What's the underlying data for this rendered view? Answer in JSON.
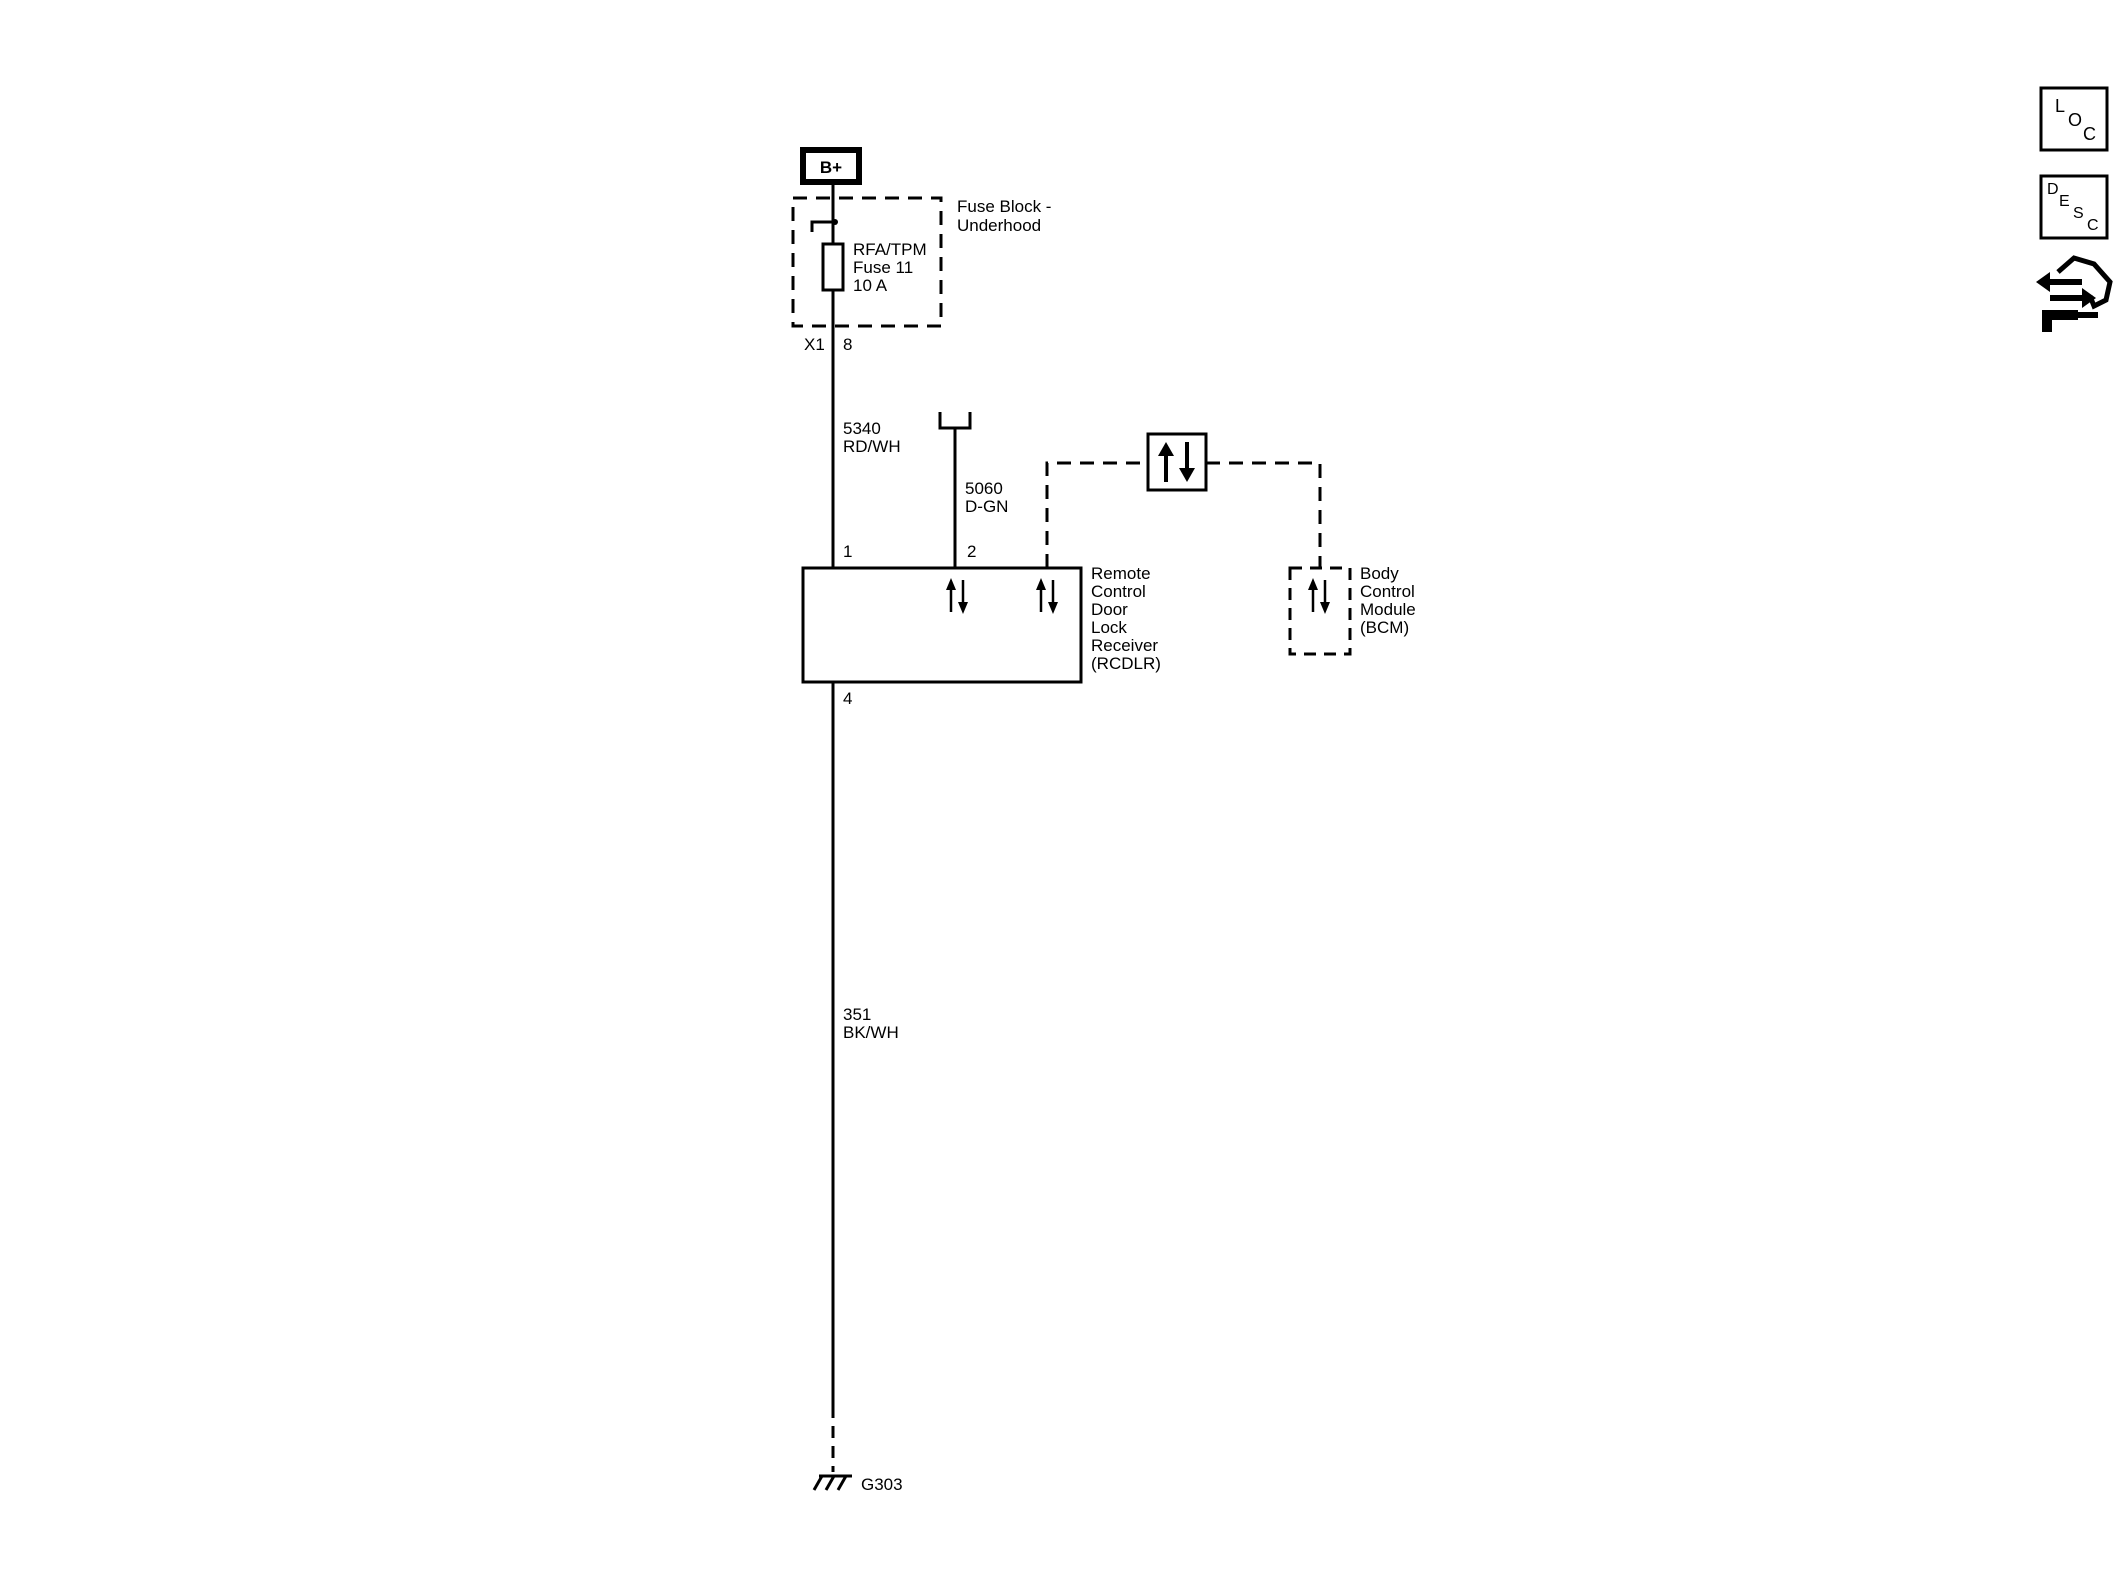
{
  "power": {
    "source_label": "B+"
  },
  "fuse_block": {
    "name_line1": "Fuse Block -",
    "name_line2": "Underhood",
    "fuse_line1": "RFA/TPM",
    "fuse_line2": "Fuse 11",
    "fuse_line3": "10 A",
    "connector": "X1",
    "pin": "8"
  },
  "wires": {
    "w5340_num": "5340",
    "w5340_color": "RD/WH",
    "w5060_num": "5060",
    "w5060_color": "D-GN",
    "w351_num": "351",
    "w351_color": "BK/WH"
  },
  "rcdlr": {
    "pin1": "1",
    "pin2": "2",
    "pin4": "4",
    "line1": "Remote",
    "line2": "Control",
    "line3": "Door",
    "line4": "Lock",
    "line5": "Receiver",
    "line6": "(RCDLR)"
  },
  "bcm": {
    "line1": "Body",
    "line2": "Control",
    "line3": "Module",
    "line4": "(BCM)"
  },
  "ground": {
    "label": "G303"
  },
  "side_icons": {
    "loc": {
      "l1": "L",
      "l2": "O",
      "l3": "C"
    },
    "desc": {
      "l1": "D",
      "l2": "E",
      "l3": "S",
      "l4": "C"
    },
    "connector_icon": "connector-tool-icon"
  }
}
